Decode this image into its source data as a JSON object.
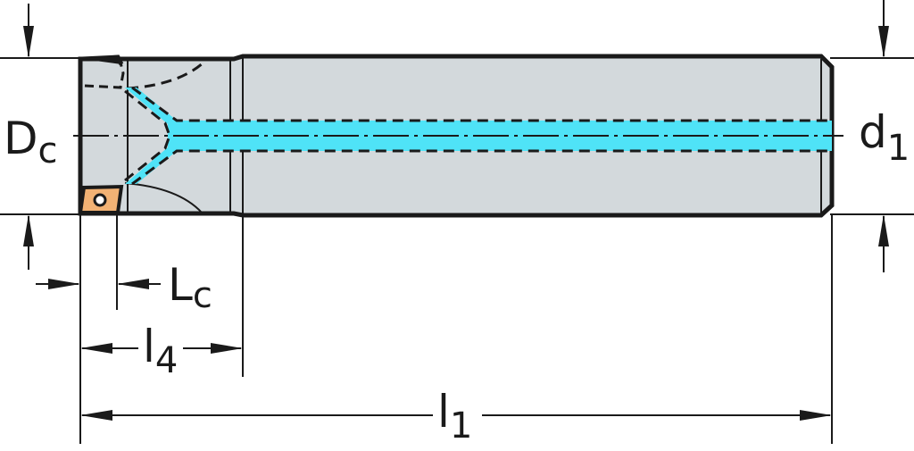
{
  "labels": {
    "dc_main": "D",
    "dc_sub": "c",
    "d1_main": "d",
    "d1_sub": "1",
    "lc_main": "L",
    "lc_sub": "c",
    "l4_main": "l",
    "l4_sub": "4",
    "l1_main": "l",
    "l1_sub": "1"
  },
  "colors": {
    "body": "#d3d9dc",
    "coolant": "#4fe3f7",
    "insert": "#f2b274",
    "line": "#1a1a1a"
  }
}
